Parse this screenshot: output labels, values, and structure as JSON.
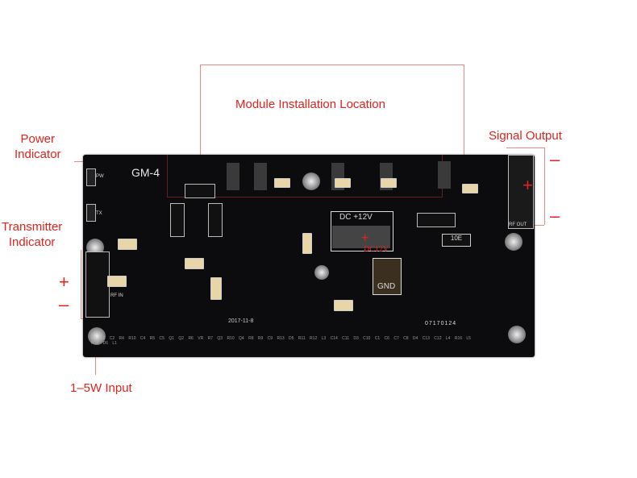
{
  "annotations": {
    "module": "Module Installation Location",
    "power": [
      "Power",
      "Indicator"
    ],
    "transmitter": [
      "Transmitter",
      "Indicator"
    ],
    "input": "1–5W Input",
    "output": "Signal Output",
    "plus": "+",
    "minus": "–"
  },
  "board": {
    "model": "GM-4",
    "dc_label": "DC +12V",
    "dc_red": "DC12V",
    "gnd": "GND",
    "serial": "07170124",
    "date": "2017-11-8",
    "rf_in": "RF IN",
    "rf_out": "RF OUT",
    "r16_marking": "10E",
    "pwr": "PW",
    "tx": "TX",
    "refs": [
      "C3",
      "L2",
      "C2",
      "R4",
      "R10",
      "C4",
      "R5",
      "C5",
      "Q1",
      "Q2",
      "R6",
      "VR",
      "R7",
      "Q3",
      "R10",
      "Q4",
      "R8",
      "R9",
      "C9",
      "R13",
      "D5",
      "R11",
      "R12",
      "L3",
      "C14",
      "C11",
      "D3",
      "C10",
      "C1",
      "C6",
      "C7",
      "C8",
      "D4",
      "C13",
      "C12",
      "L4",
      "R16",
      "L5",
      "R14",
      "D6",
      "L1"
    ]
  },
  "colors": {
    "annotation": "#e0231f",
    "pcb": "#0c0c0e"
  }
}
